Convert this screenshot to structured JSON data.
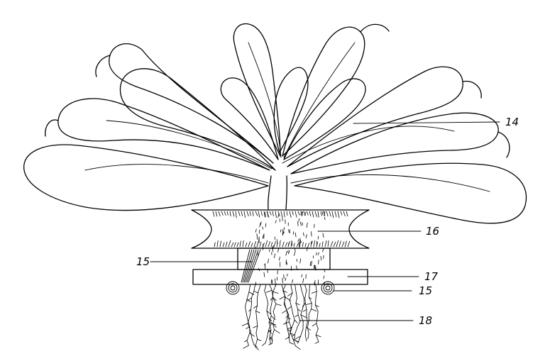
{
  "figure": {
    "labels": {
      "leaves": "14",
      "stem_wrap_left": "15",
      "foam_collar": "16",
      "base_plate": "17",
      "stem_wrap_right": "15",
      "roots": "18"
    },
    "ink_color": "#000000",
    "background_color": "#ffffff"
  }
}
